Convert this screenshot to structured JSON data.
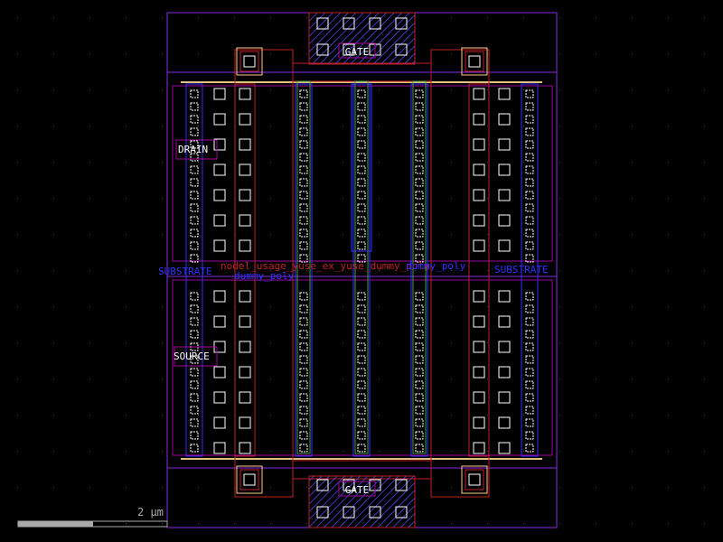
{
  "labels": {
    "gate_top": "GATE",
    "gate_bottom": "GATE",
    "drain": "DRAIN",
    "source": "SOURCE",
    "substrate_left": "SUBSTRATE",
    "substrate_right": "SUBSTRATE",
    "dummy_left": "dummy_poly",
    "red_center": "nodel_usage_yuse_ex_yuse_dummy_poly",
    "blue_center": "dummy_poly"
  },
  "scalebar": {
    "label": "2 µm"
  },
  "colors": {
    "background": "#000000",
    "boundary": "#8a2be2",
    "metal": "#c02020",
    "poly": "#3030ff",
    "diffusion": "#40a040",
    "contact": "#ffffff",
    "pin_box": "#a000a0",
    "via_fill": "#ffcc88",
    "hatch": "#6060ff"
  },
  "icons": {
    "scale": "scalebar-icon"
  }
}
